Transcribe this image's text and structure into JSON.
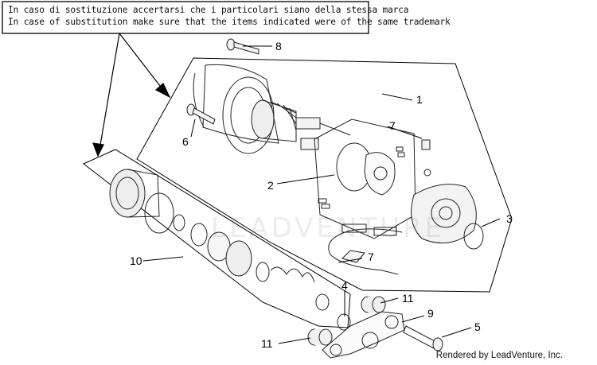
{
  "notice": {
    "line_it": "In caso di sostituzione accertarsi che i particolari siano della stessa marca",
    "line_en": "In case of substitution make sure that the items indicated were of the same trademark"
  },
  "callouts": {
    "c1": "1",
    "c2": "2",
    "c3": "3",
    "c4": "4",
    "c5": "5",
    "c6": "6",
    "c7a": "7",
    "c7b": "7",
    "c8": "8",
    "c9": "9",
    "c10": "10",
    "c11a": "11",
    "c11b": "11"
  },
  "watermark": "LEADVENTURE",
  "credit": "Rendered by LeadVenture, Inc."
}
